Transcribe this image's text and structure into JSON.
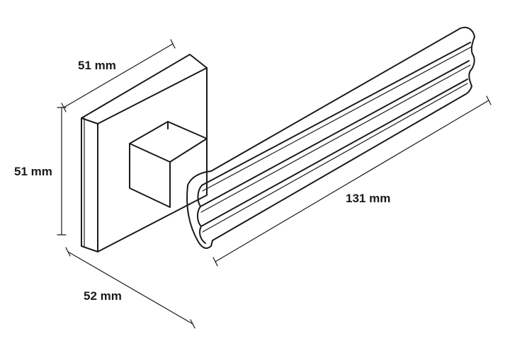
{
  "dimensions": {
    "rose_width": "51 mm",
    "rose_height": "51 mm",
    "rose_depth": "52 mm",
    "handle_length": "131 mm"
  }
}
